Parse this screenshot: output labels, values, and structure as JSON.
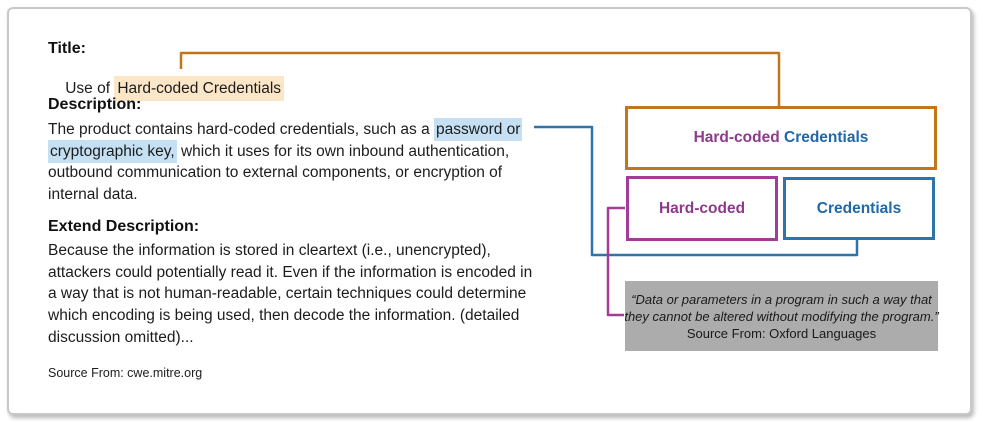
{
  "panel": {
    "title": {
      "label": "Title:",
      "prefix": "Use of ",
      "highlight": "Hard-coded Credentials"
    },
    "description": {
      "label": "Description:",
      "lines": [
        {
          "pre": "The product contains hard-coded credentials, such as a ",
          "hl": "password or"
        },
        {
          "hl": "cryptographic key,",
          "post": " which it uses for its own inbound authentication,"
        },
        {
          "text": "outbound communication to external components, or encryption of"
        },
        {
          "text": "internal data."
        }
      ]
    },
    "extend_description": {
      "label": "Extend Description:",
      "lines": [
        "Because the information is stored in cleartext (i.e., unencrypted),",
        "attackers could potentially read it. Even if the information is encoded in",
        "a way that is not human-readable, certain techniques could determine",
        "which encoding is being used, then decode the information. (detailed",
        "discussion omitted)..."
      ]
    },
    "source": "Source From: cwe.mitre.org"
  },
  "diagram": {
    "combined_box": {
      "hard": "Hard-coded",
      "cred": " Credentials"
    },
    "hardcoded_box": {
      "label": "Hard-coded"
    },
    "credentials_box": {
      "label": "Credentials"
    },
    "quote_box": {
      "line1": "“Data or parameters in a program in such a way that",
      "line2": "they cannot be altered without modifying the program.”",
      "source": "Source From: Oxford Languages"
    }
  },
  "colors": {
    "orange": "#c2761c",
    "purple": "#a23c96",
    "blue": "#2e74a8",
    "purple_text": "#8e3a8b",
    "blue_text": "#2068a8",
    "highlight_orange": "#fbe7c8",
    "highlight_blue": "#c5dff3",
    "quote_bg": "#acacac",
    "panel_border": "#c9c9c9"
  }
}
